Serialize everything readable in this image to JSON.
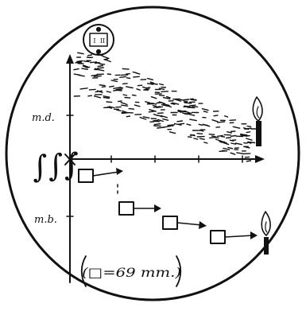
{
  "diagram": {
    "upper_axis_label": "m.d.",
    "lower_axis_label": "m.b.",
    "left_margin_mark": "∫∫∫",
    "badge_glyphs": [
      "●",
      "I",
      "II",
      "●"
    ],
    "scale_note": "(□=69 mm.)",
    "colors": {
      "ink": "#111111",
      "paper": "#ffffff"
    }
  }
}
